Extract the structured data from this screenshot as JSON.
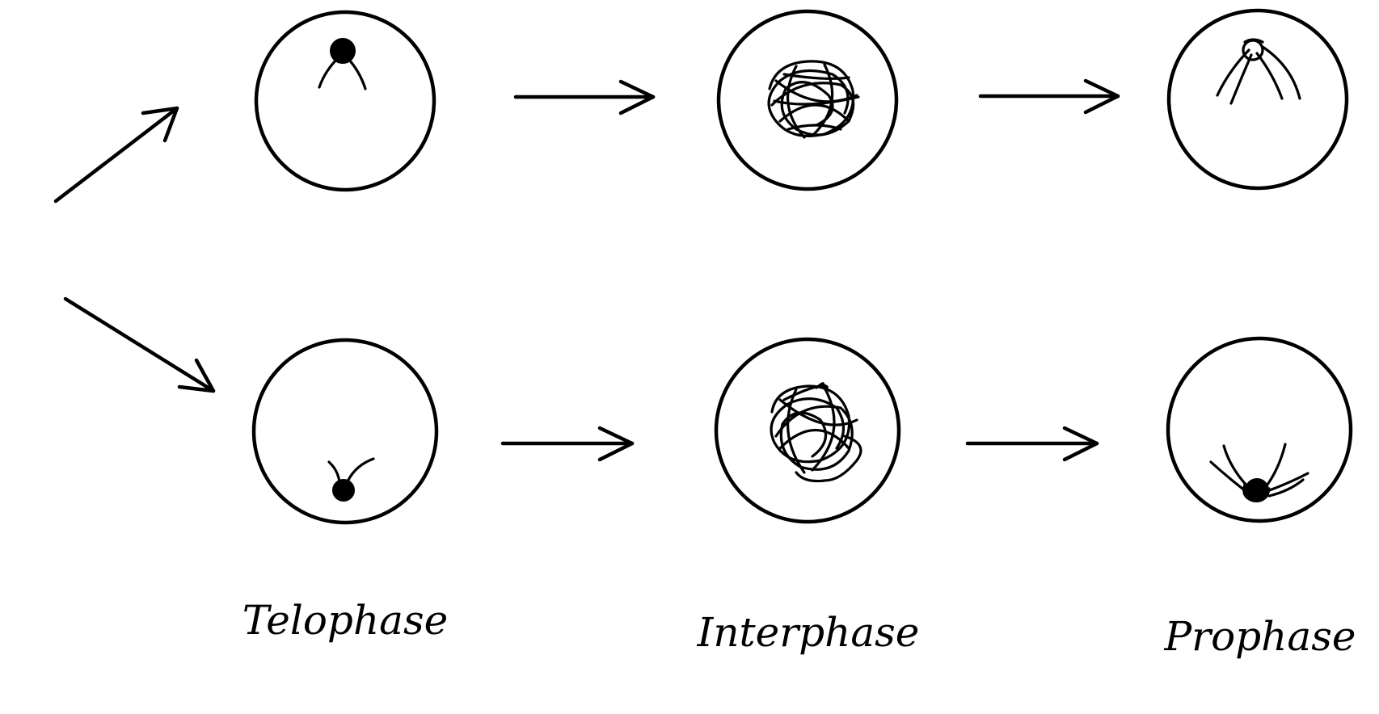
{
  "diagram": {
    "labels": {
      "telophase": "Telophase",
      "interphase": "Interphase",
      "prophase": "Prophase"
    },
    "colors": {
      "ink": "#000000",
      "background": "#ffffff"
    }
  }
}
